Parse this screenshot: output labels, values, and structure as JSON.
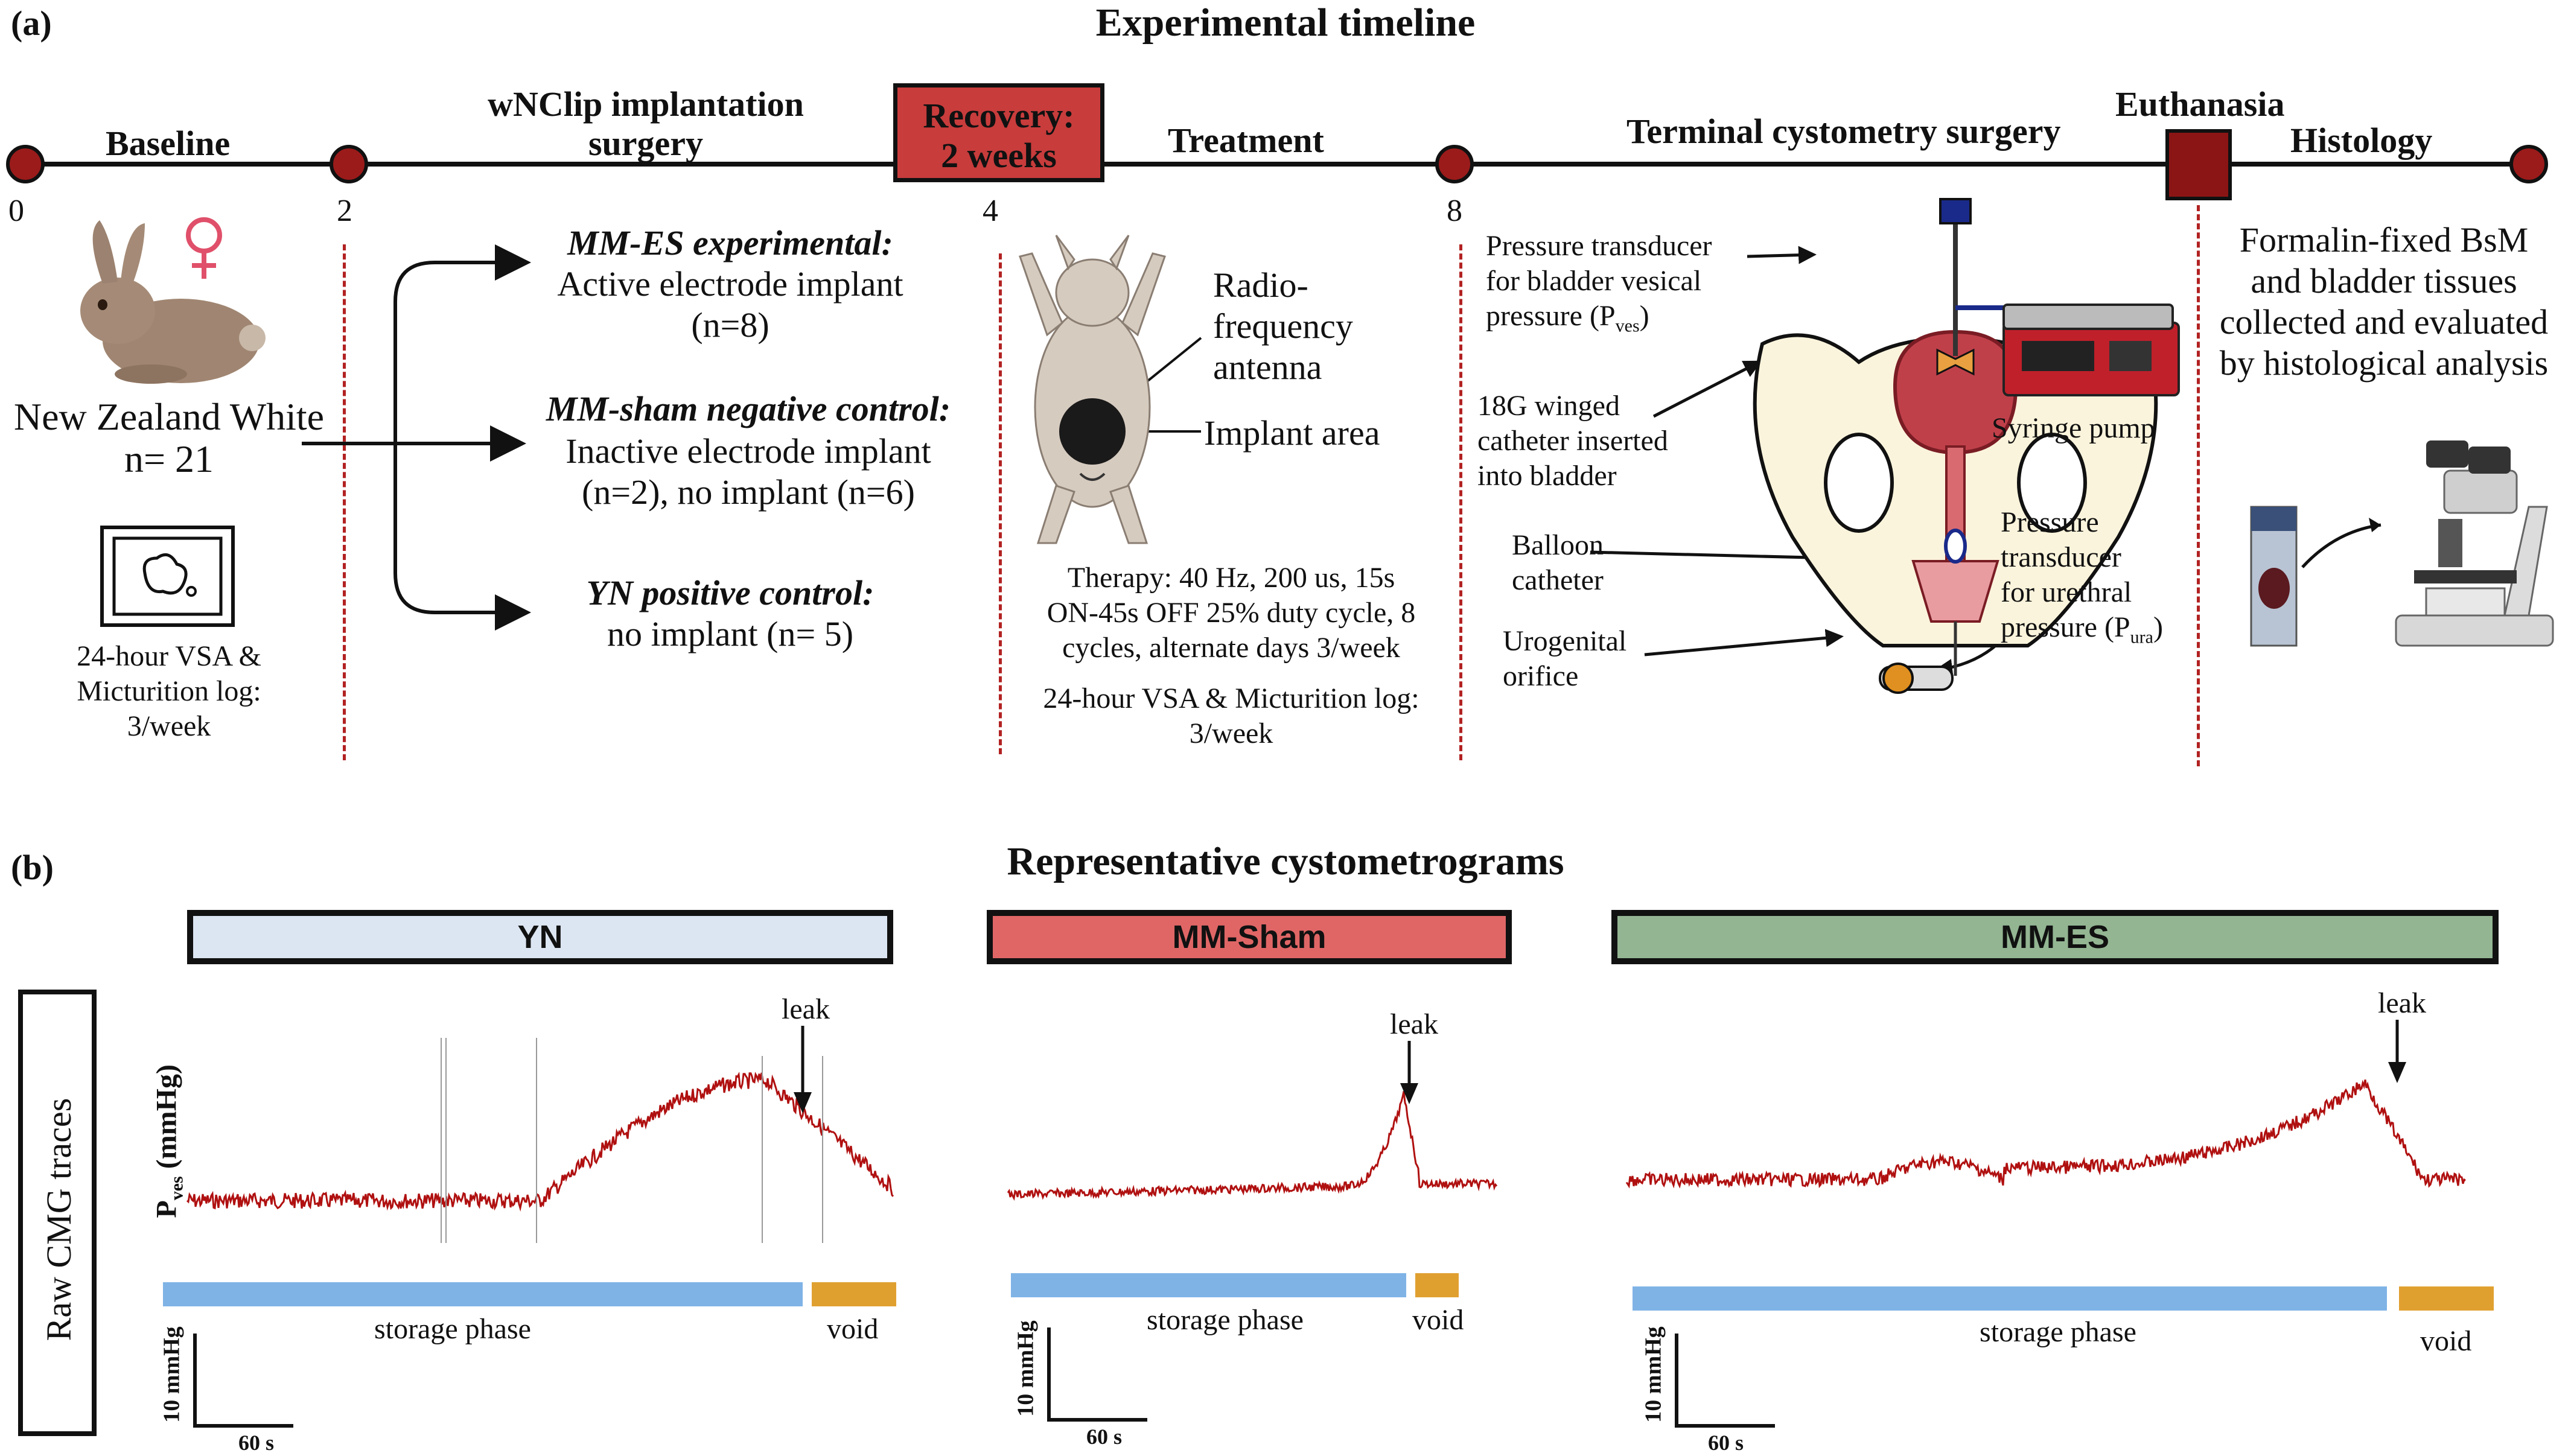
{
  "panel_a": {
    "label": "(a)",
    "title": "Experimental timeline",
    "stages": {
      "baseline": "Baseline",
      "implant_line1": "wNClip implantation",
      "implant_line2": "surgery",
      "recovery_line1": "Recovery:",
      "recovery_line2": "2 weeks",
      "treatment": "Treatment",
      "cystometry": "Terminal cystometry surgery",
      "euthanasia": "Euthanasia",
      "histology": "Histology"
    },
    "ticks": [
      "0",
      "2",
      "4",
      "8"
    ],
    "subjects": {
      "line1": "New Zealand White",
      "line2": "n= 21",
      "log_line1": "24-hour VSA &",
      "log_line2": "Micturition log:",
      "log_line3": "3/week"
    },
    "groups": [
      {
        "title": "MM-ES experimental:",
        "line1": "Active electrode implant",
        "line2": "(n=8)"
      },
      {
        "title": "MM-sham negative control:",
        "line1": "Inactive electrode implant",
        "line2": "(n=2), no implant (n=6)"
      },
      {
        "title": "YN positive control:",
        "line1": "no implant (n= 5)",
        "line2": ""
      }
    ],
    "treatment_detail": {
      "antenna_line1": "Radio-",
      "antenna_line2": "frequency",
      "antenna_line3": "antenna",
      "implant_area": "Implant area",
      "therapy_line1": "Therapy: 40 Hz, 200 us, 15s",
      "therapy_line2": "ON-45s OFF 25% duty cycle, 8",
      "therapy_line3": "cycles, alternate days 3/week",
      "log_line1": "24-hour VSA & Micturition log:",
      "log_line2": "3/week"
    },
    "cystometry_detail": {
      "pt_ves_line1": "Pressure transducer",
      "pt_ves_line2": "for bladder vesical",
      "pt_ves_line3": "pressure (P",
      "pt_ves_sub": "ves",
      "catheter_line1": "18G winged",
      "catheter_line2": "catheter inserted",
      "catheter_line3": "into bladder",
      "syringe": "Syringe pump",
      "balloon_line1": "Balloon",
      "balloon_line2": "catheter",
      "pt_ura_line1": "Pressure",
      "pt_ura_line2": "transducer",
      "pt_ura_line3": "for urethral",
      "pt_ura_line4": "pressure (P",
      "pt_ura_sub": "ura",
      "orifice_line1": "Urogenital",
      "orifice_line2": "orifice"
    },
    "histology_detail": {
      "line1": "Formalin-fixed BsM",
      "line2": "and bladder tissues",
      "line3": "collected and evaluated",
      "line4": "by histological analysis"
    }
  },
  "panel_b": {
    "label": "(b)",
    "title": "Representative cystometrograms",
    "row_label": "Raw CMG traces",
    "y_label": "P",
    "y_label_sub": "ves",
    "y_label_unit": " (mmHg)",
    "groups": [
      {
        "name": "YN",
        "color": "#dce6f2",
        "leak": "leak",
        "storage": "storage phase",
        "void": "void",
        "scale_y": "10 mmHg",
        "scale_x": "60 s"
      },
      {
        "name": "MM-Sham",
        "color": "#e06666",
        "leak": "leak",
        "storage": "storage phase",
        "void": "void",
        "scale_y": "10 mmHg",
        "scale_x": "60 s"
      },
      {
        "name": "MM-ES",
        "color": "#93b592",
        "leak": "leak",
        "storage": "storage phase",
        "void": "void",
        "scale_y": "10 mmHg",
        "scale_x": "60 s"
      }
    ]
  },
  "colors": {
    "node": "#9b1b1b",
    "recovery": "#c83c3c",
    "dash": "#b22222",
    "trace": "#b01010",
    "storage": "#7fb3e6",
    "void": "#e0a030"
  }
}
